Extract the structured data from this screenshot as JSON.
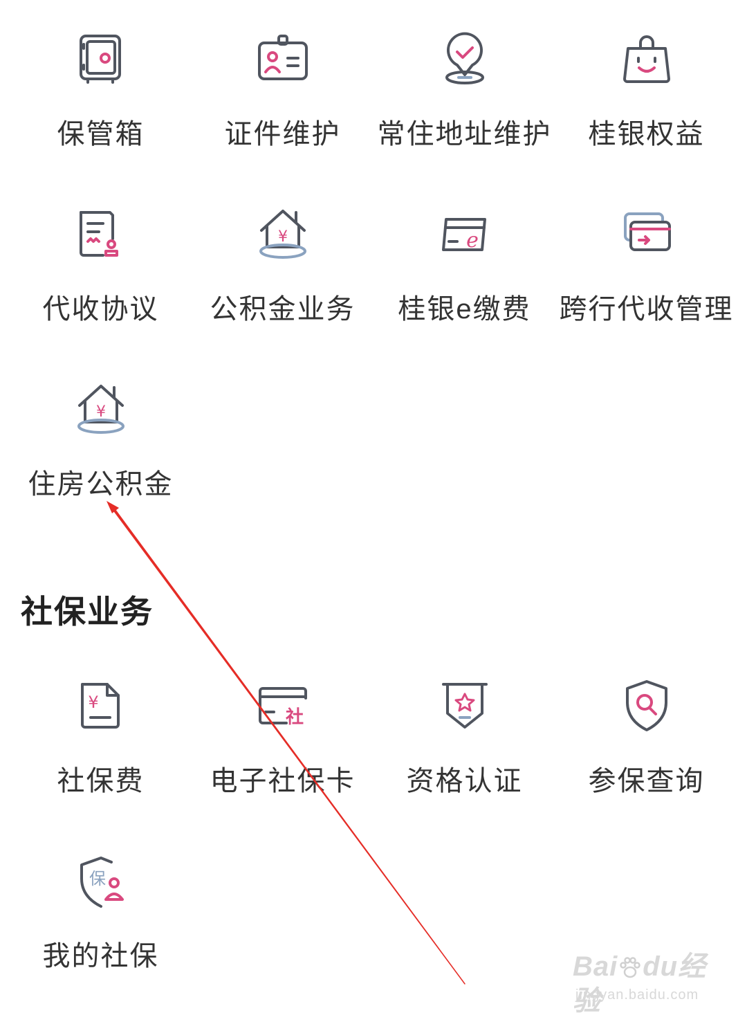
{
  "colors": {
    "icon_stroke": "#50555f",
    "icon_accent": "#d9497f",
    "label": "#333333",
    "annotation_arrow": "#e52d27"
  },
  "grid_top": [
    {
      "label": "保管箱",
      "icon": "safe-box-icon"
    },
    {
      "label": "证件维护",
      "icon": "id-badge-icon"
    },
    {
      "label": "常住地址维护",
      "icon": "location-pin-icon"
    },
    {
      "label": "桂银权益",
      "icon": "shopping-bag-icon"
    },
    {
      "label": "代收协议",
      "icon": "agreement-document-icon"
    },
    {
      "label": "公积金业务",
      "icon": "house-yuan-icon"
    },
    {
      "label": "桂银e缴费",
      "icon": "e-payment-card-icon"
    },
    {
      "label": "跨行代收管理",
      "icon": "interbank-card-transfer-icon"
    },
    {
      "label": "住房公积金",
      "icon": "house-fund-icon"
    }
  ],
  "section": {
    "title": "社保业务"
  },
  "grid_social": [
    {
      "label": "社保费",
      "icon": "social-fee-document-icon"
    },
    {
      "label": "电子社保卡",
      "icon": "social-security-card-icon"
    },
    {
      "label": "资格认证",
      "icon": "star-badge-icon"
    },
    {
      "label": "参保查询",
      "icon": "shield-search-icon"
    },
    {
      "label": "我的社保",
      "icon": "my-insurance-shield-icon"
    }
  ],
  "icon_glyphs": {
    "yuan": "¥",
    "e": "e",
    "she": "社",
    "bao": "保"
  },
  "watermark": {
    "brand_bai": "Bai",
    "brand_du": "du",
    "brand_jingyan": "经验",
    "url": "jingyan.baidu.com"
  }
}
